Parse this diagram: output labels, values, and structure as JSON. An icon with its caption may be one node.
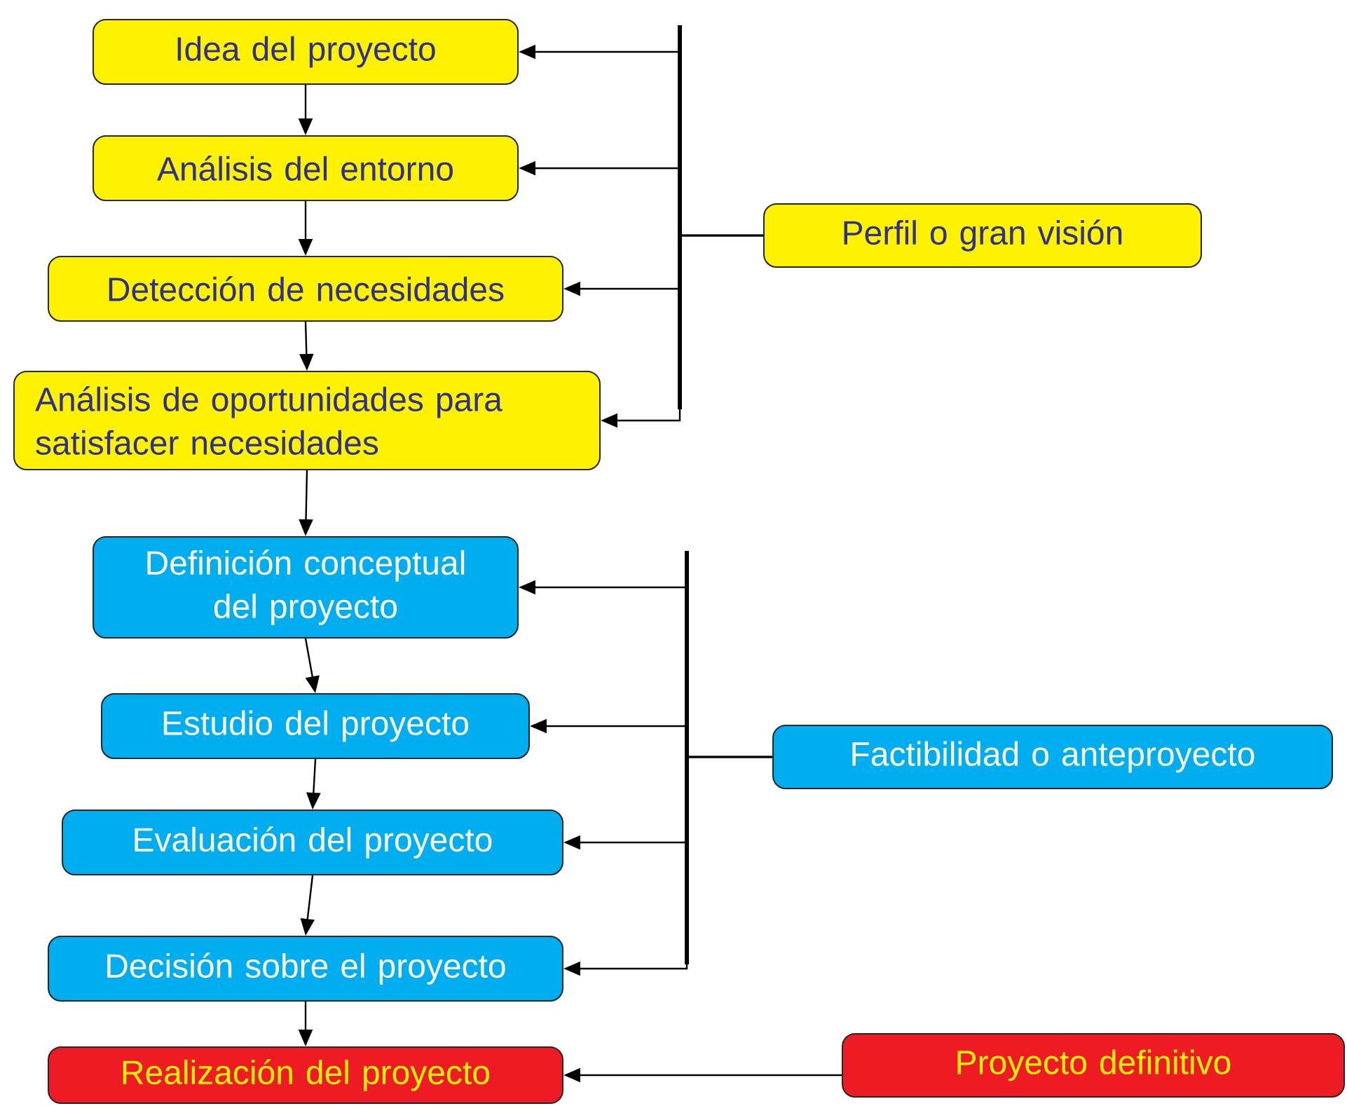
{
  "diagram": {
    "nodes": [
      {
        "text": [
          "Idea del proyecto"
        ]
      },
      {
        "text": [
          "Análisis del entorno"
        ]
      },
      {
        "text": [
          "Detección de necesidades"
        ]
      },
      {
        "text": [
          "Análisis de oportunidades para satisfacer necesidades"
        ]
      },
      {
        "text": [
          "Perfil o gran visión"
        ]
      },
      {
        "text": [
          "Definición conceptual del proyecto"
        ]
      },
      {
        "text": [
          "Estudio del proyecto"
        ]
      },
      {
        "text": [
          "Evaluación del proyecto"
        ]
      },
      {
        "text": [
          "Decisión sobre el proyecto"
        ]
      },
      {
        "text": [
          "Factibilidad o anteproyecto"
        ]
      },
      {
        "text": [
          "Realización del proyecto"
        ]
      },
      {
        "text": [
          "Proyecto definitivo"
        ]
      }
    ],
    "edges": [
      {
        "from": 0,
        "to": 1,
        "arrow": "to"
      },
      {
        "from": 1,
        "to": 2,
        "arrow": "to"
      },
      {
        "from": 2,
        "to": 3,
        "arrow": "to"
      },
      {
        "from": 3,
        "to": 5,
        "arrow": "to"
      },
      {
        "from": 5,
        "to": 6,
        "arrow": "to"
      },
      {
        "from": 6,
        "to": 7,
        "arrow": "to"
      },
      {
        "from": 7,
        "to": 8,
        "arrow": "to"
      },
      {
        "from": 8,
        "to": 10,
        "arrow": "to"
      },
      {
        "from": 4,
        "to": 0,
        "arrow": "to"
      },
      {
        "from": 4,
        "to": 1,
        "arrow": "to"
      },
      {
        "from": 4,
        "to": 2,
        "arrow": "to"
      },
      {
        "from": 4,
        "to": 3,
        "arrow": "to"
      },
      {
        "from": 9,
        "to": 5,
        "arrow": "to"
      },
      {
        "from": 9,
        "to": 6,
        "arrow": "to"
      },
      {
        "from": 9,
        "to": 7,
        "arrow": "to"
      },
      {
        "from": 9,
        "to": 8,
        "arrow": "to"
      },
      {
        "from": 11,
        "to": 10,
        "arrow": "to"
      }
    ]
  }
}
